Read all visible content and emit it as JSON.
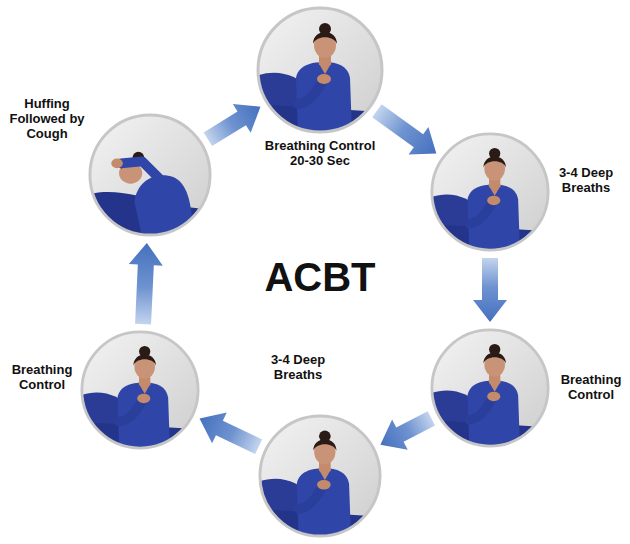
{
  "diagram": {
    "title": "ACBT",
    "nodes": [
      {
        "text": [
          "Breathing Control 20-30 Sec"
        ]
      },
      {
        "text": [
          "3-4 Deep Breaths"
        ]
      },
      {
        "text": [
          "Breathing Control"
        ]
      },
      {
        "text": [
          "3-4 Deep Breaths"
        ]
      },
      {
        "text": [
          "Breathing Control"
        ]
      },
      {
        "text": [
          "Huffing Followed by Cough"
        ]
      }
    ],
    "edges": [
      {
        "from": 0,
        "to": 1,
        "arrow": "to"
      },
      {
        "from": 1,
        "to": 2,
        "arrow": "to"
      },
      {
        "from": 2,
        "to": 3,
        "arrow": "to"
      },
      {
        "from": 3,
        "to": 4,
        "arrow": "to"
      },
      {
        "from": 4,
        "to": 5,
        "arrow": "to"
      },
      {
        "from": 5,
        "to": 0,
        "arrow": "to"
      }
    ]
  }
}
